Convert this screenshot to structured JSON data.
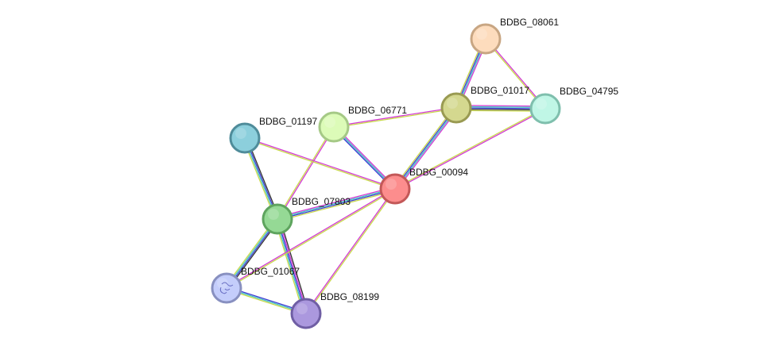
{
  "nodes": [
    {
      "id": "n08061",
      "label": "BDBG_08061",
      "fill": "#fddcbd",
      "stroke": "#c8a683"
    },
    {
      "id": "n01017",
      "label": "BDBG_01017",
      "fill": "#d4d88f",
      "stroke": "#999a52"
    },
    {
      "id": "n04795",
      "label": "BDBG_04795",
      "fill": "#c0f6e6",
      "stroke": "#7fbfad"
    },
    {
      "id": "n06771",
      "label": "BDBG_06771",
      "fill": "#dcfbb8",
      "stroke": "#a5c986"
    },
    {
      "id": "n01197",
      "label": "BDBG_01197",
      "fill": "#8ccfdc",
      "stroke": "#4f8c9a"
    },
    {
      "id": "n00094",
      "label": "BDBG_00094",
      "fill": "#fc8d8d",
      "stroke": "#c35858"
    },
    {
      "id": "n07803",
      "label": "BDBG_07803",
      "fill": "#95d995",
      "stroke": "#5ea45e"
    },
    {
      "id": "n01067",
      "label": "BDBG_01067",
      "fill": "#c4cdfb",
      "stroke": "#8890c0"
    },
    {
      "id": "n08199",
      "label": "BDBG_08199",
      "fill": "#ab98de",
      "stroke": "#6f5ea4"
    }
  ],
  "edges": [
    {
      "from": "n08061",
      "to": "n01017",
      "colors": [
        "#d23bd2",
        "#40c0c0",
        "#3a3ad2",
        "#c8d84a"
      ]
    },
    {
      "from": "n08061",
      "to": "n04795",
      "colors": [
        "#d23bd2",
        "#c8d84a"
      ]
    },
    {
      "from": "n01017",
      "to": "n04795",
      "colors": [
        "#d23bd2",
        "#40c0c0",
        "#3a3ad2",
        "#333333",
        "#c8d84a"
      ]
    },
    {
      "from": "n01017",
      "to": "n00094",
      "colors": [
        "#d23bd2",
        "#40c0c0",
        "#3a3ad2",
        "#c8d84a"
      ]
    },
    {
      "from": "n06771",
      "to": "n01017",
      "colors": [
        "#d23bd2",
        "#c8d84a"
      ]
    },
    {
      "from": "n04795",
      "to": "n00094",
      "colors": [
        "#d23bd2",
        "#c8d84a"
      ]
    },
    {
      "from": "n06771",
      "to": "n00094",
      "colors": [
        "#d23bd2",
        "#40c0c0",
        "#3a3ad2"
      ]
    },
    {
      "from": "n06771",
      "to": "n07803",
      "colors": [
        "#d23bd2",
        "#c8d84a"
      ]
    },
    {
      "from": "n01197",
      "to": "n00094",
      "colors": [
        "#d23bd2",
        "#c8d84a"
      ]
    },
    {
      "from": "n01197",
      "to": "n07803",
      "colors": [
        "#333333",
        "#3a3ad2",
        "#40c0c0",
        "#c8d84a"
      ]
    },
    {
      "from": "n07803",
      "to": "n00094",
      "colors": [
        "#d23bd2",
        "#40c0c0",
        "#3a3ad2",
        "#c8d84a"
      ]
    },
    {
      "from": "n07803",
      "to": "n01067",
      "colors": [
        "#333333",
        "#3a3ad2",
        "#40c0c0",
        "#c8d84a"
      ]
    },
    {
      "from": "n07803",
      "to": "n08199",
      "colors": [
        "#333333",
        "#d23bd2",
        "#3a3ad2",
        "#40c0c0",
        "#c8d84a"
      ]
    },
    {
      "from": "n01067",
      "to": "n00094",
      "colors": [
        "#d23bd2",
        "#c8d84a"
      ]
    },
    {
      "from": "n08199",
      "to": "n00094",
      "colors": [
        "#d23bd2",
        "#c8d84a"
      ]
    },
    {
      "from": "n01067",
      "to": "n08199",
      "colors": [
        "#3a3ad2",
        "#40c0c0",
        "#c8d84a"
      ]
    }
  ]
}
